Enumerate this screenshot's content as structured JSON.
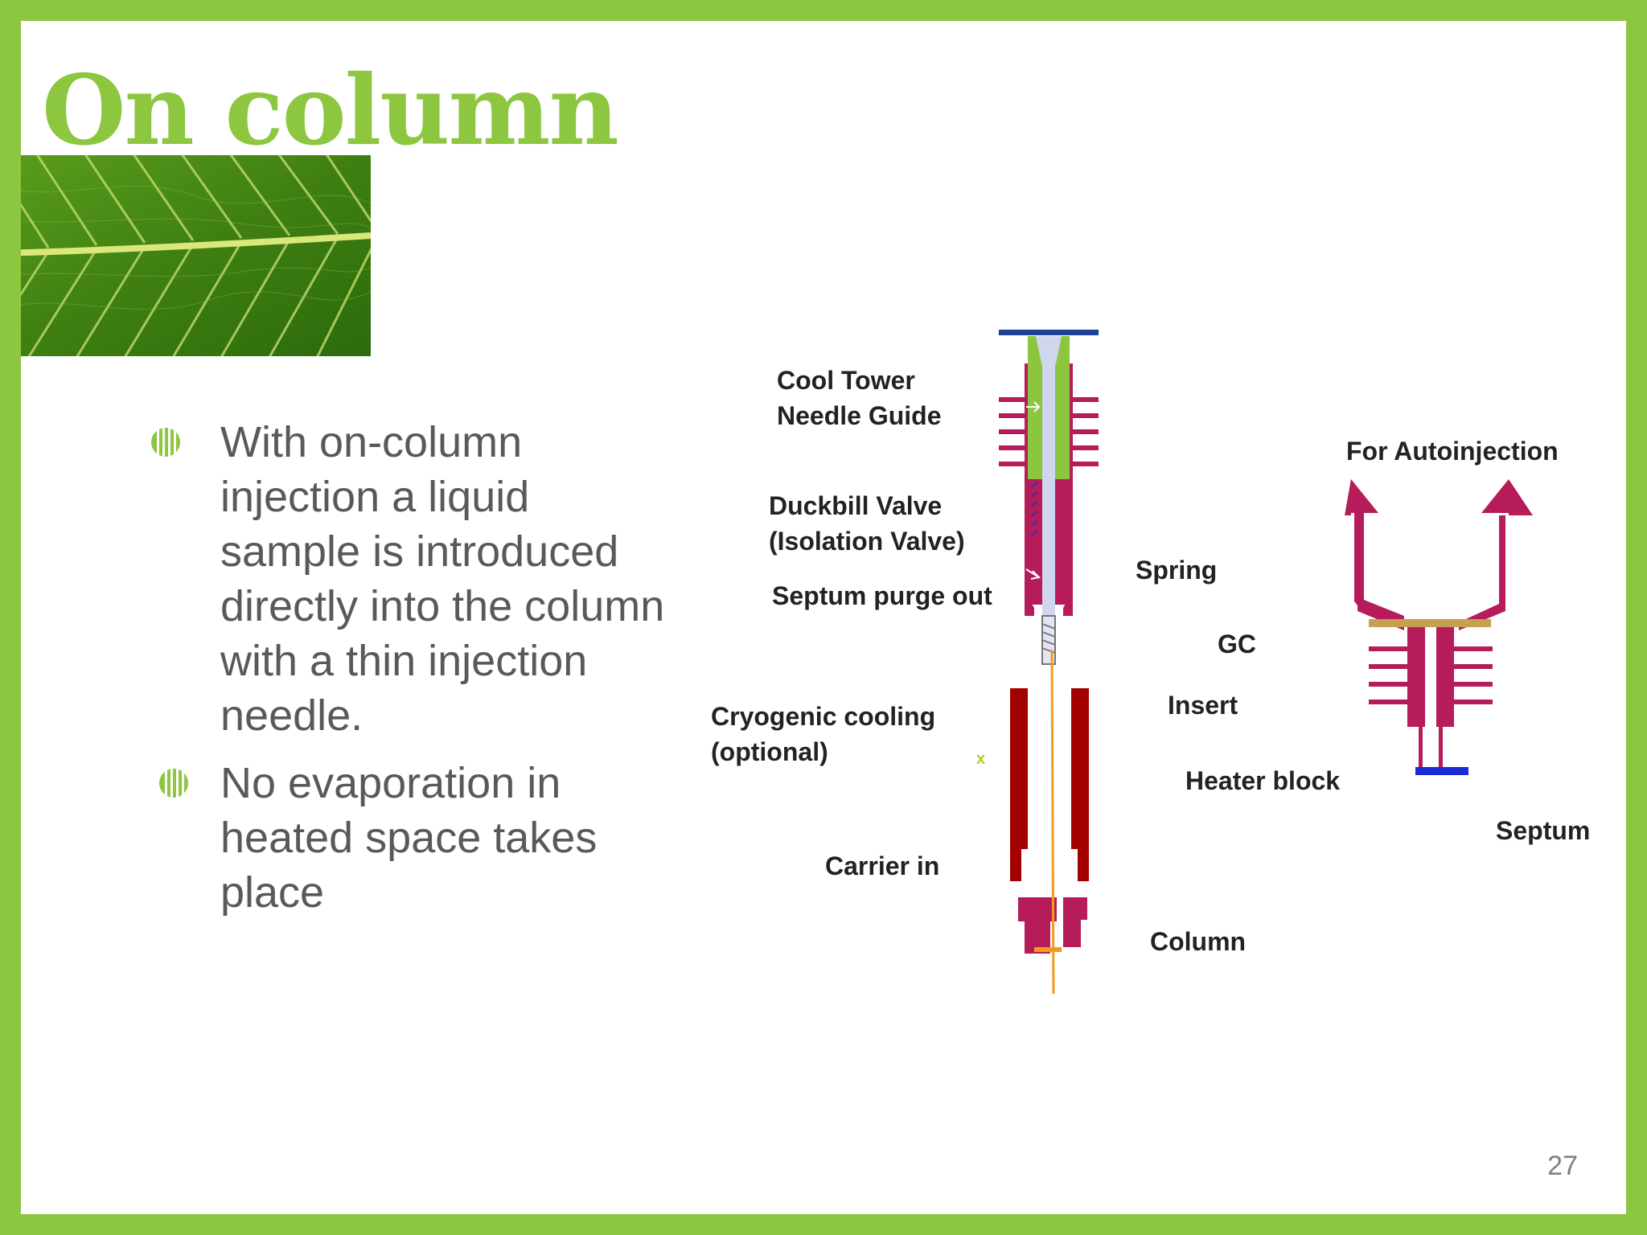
{
  "slide": {
    "title": "On column",
    "page_number": "27",
    "accent_color": "#8dc63f"
  },
  "bullets": [
    {
      "icon": "striped-circle-bullet-icon",
      "text": "With on-column injection a liquid sample is introduced directly into the column with a thin injection needle."
    },
    {
      "icon": "striped-circle-bullet-icon",
      "text": "No evaporation in heated space takes place"
    }
  ],
  "decor": {
    "image": "green-leaf-photo"
  },
  "diagram": {
    "labels": {
      "cool_tower_1": "Cool Tower",
      "cool_tower_2": "Needle Guide",
      "duckbill_1": "Duckbill Valve",
      "duckbill_2": "(Isolation Valve)",
      "septum_purge": "Septum purge out",
      "cryo_1": "Cryogenic cooling",
      "cryo_2": "(optional)",
      "carrier_in": "Carrier in",
      "spring": "Spring",
      "gc": "GC",
      "insert": "Insert",
      "heater_block": "Heater block",
      "column": "Column",
      "autoinjection": "For Autoinjection",
      "septum": "Septum"
    },
    "colors": {
      "body": "#b71c5a",
      "heater": "#a30000",
      "guide": "#8cc63f",
      "cap": "#1f3f99",
      "septum": "#1a2bd6",
      "ring": "#c4a050",
      "needle": "#f29c1f"
    }
  }
}
